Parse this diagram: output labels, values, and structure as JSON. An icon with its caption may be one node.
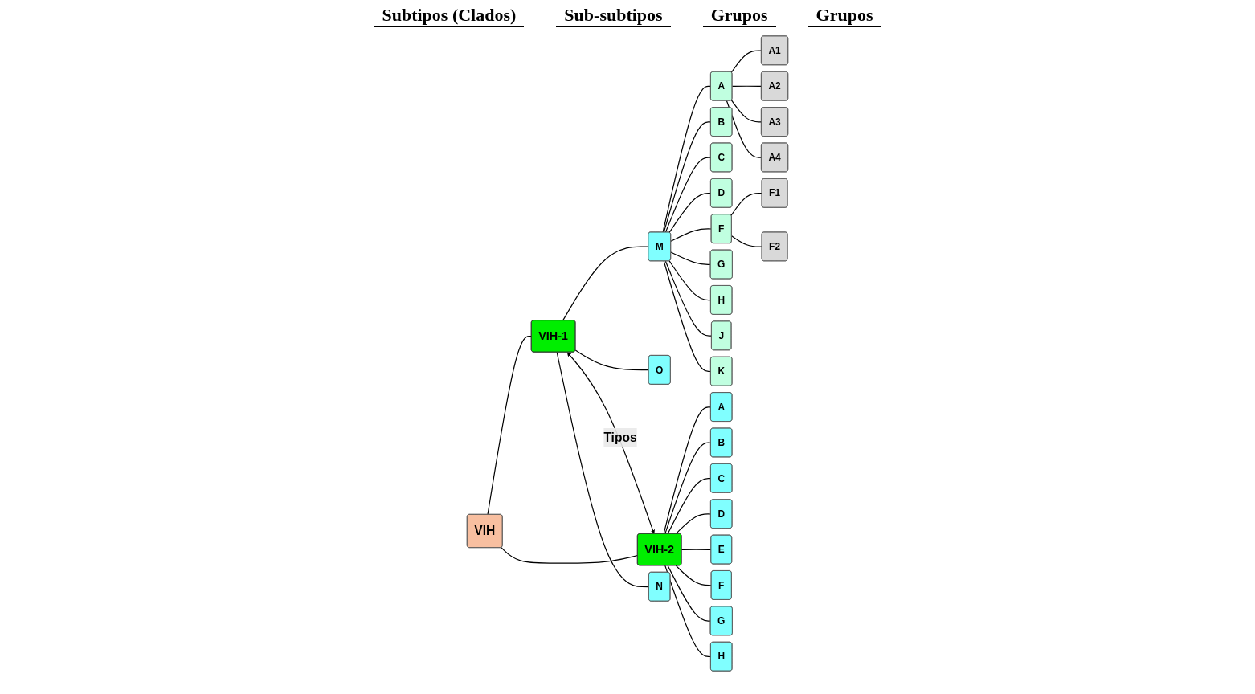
{
  "diagram": {
    "nodes": [
      {
        "text": [
          "VIH"
        ]
      },
      {
        "text": [
          "VIH-1"
        ]
      },
      {
        "text": [
          "VIH-2"
        ]
      },
      {
        "text": [
          "O"
        ]
      },
      {
        "text": [
          "M"
        ]
      },
      {
        "text": [
          "N"
        ]
      },
      {
        "text": [
          "A"
        ]
      },
      {
        "text": [
          "B"
        ]
      },
      {
        "text": [
          "C"
        ]
      },
      {
        "text": [
          "D"
        ]
      },
      {
        "text": [
          "F"
        ]
      },
      {
        "text": [
          "G"
        ]
      },
      {
        "text": [
          "H"
        ]
      },
      {
        "text": [
          "J"
        ]
      },
      {
        "text": [
          "K"
        ]
      },
      {
        "text": [
          "A1"
        ]
      },
      {
        "text": [
          "A2"
        ]
      },
      {
        "text": [
          "A3"
        ]
      },
      {
        "text": [
          "A4"
        ]
      },
      {
        "text": [
          "F1"
        ]
      },
      {
        "text": [
          "F2"
        ]
      },
      {
        "text": [
          "A"
        ]
      },
      {
        "text": [
          "B"
        ]
      },
      {
        "text": [
          "C"
        ]
      },
      {
        "text": [
          "D"
        ]
      },
      {
        "text": [
          "E"
        ]
      },
      {
        "text": [
          "F"
        ]
      },
      {
        "text": [
          "G"
        ]
      },
      {
        "text": [
          "H"
        ]
      }
    ],
    "edges": [
      {
        "from": 0,
        "to": 1,
        "arrow": "none"
      },
      {
        "from": 0,
        "to": 2,
        "arrow": "none"
      },
      {
        "from": 1,
        "to": 2,
        "arrow": "both",
        "label": "Tipos"
      },
      {
        "from": 1,
        "to": 3,
        "arrow": "none"
      },
      {
        "from": 1,
        "to": 4,
        "arrow": "none"
      },
      {
        "from": 1,
        "to": 5,
        "arrow": "none"
      },
      {
        "from": 4,
        "to": 6,
        "arrow": "none"
      },
      {
        "from": 4,
        "to": 7,
        "arrow": "none"
      },
      {
        "from": 4,
        "to": 8,
        "arrow": "none"
      },
      {
        "from": 4,
        "to": 9,
        "arrow": "none"
      },
      {
        "from": 4,
        "to": 10,
        "arrow": "none"
      },
      {
        "from": 4,
        "to": 11,
        "arrow": "none"
      },
      {
        "from": 4,
        "to": 12,
        "arrow": "none"
      },
      {
        "from": 4,
        "to": 13,
        "arrow": "none"
      },
      {
        "from": 4,
        "to": 14,
        "arrow": "none"
      },
      {
        "from": 6,
        "to": 15,
        "arrow": "none"
      },
      {
        "from": 6,
        "to": 16,
        "arrow": "none"
      },
      {
        "from": 6,
        "to": 17,
        "arrow": "none"
      },
      {
        "from": 6,
        "to": 18,
        "arrow": "none"
      },
      {
        "from": 10,
        "to": 19,
        "arrow": "none"
      },
      {
        "from": 10,
        "to": 20,
        "arrow": "none"
      },
      {
        "from": 2,
        "to": 21,
        "arrow": "none"
      },
      {
        "from": 2,
        "to": 22,
        "arrow": "none"
      },
      {
        "from": 2,
        "to": 23,
        "arrow": "none"
      },
      {
        "from": 2,
        "to": 24,
        "arrow": "none"
      },
      {
        "from": 2,
        "to": 25,
        "arrow": "none"
      },
      {
        "from": 2,
        "to": 26,
        "arrow": "none"
      },
      {
        "from": 2,
        "to": 27,
        "arrow": "none"
      },
      {
        "from": 2,
        "to": 28,
        "arrow": "none"
      }
    ],
    "labels": [
      "Subtipos (Clados)",
      "Sub-subtipos",
      "Grupos",
      "Grupos"
    ]
  }
}
